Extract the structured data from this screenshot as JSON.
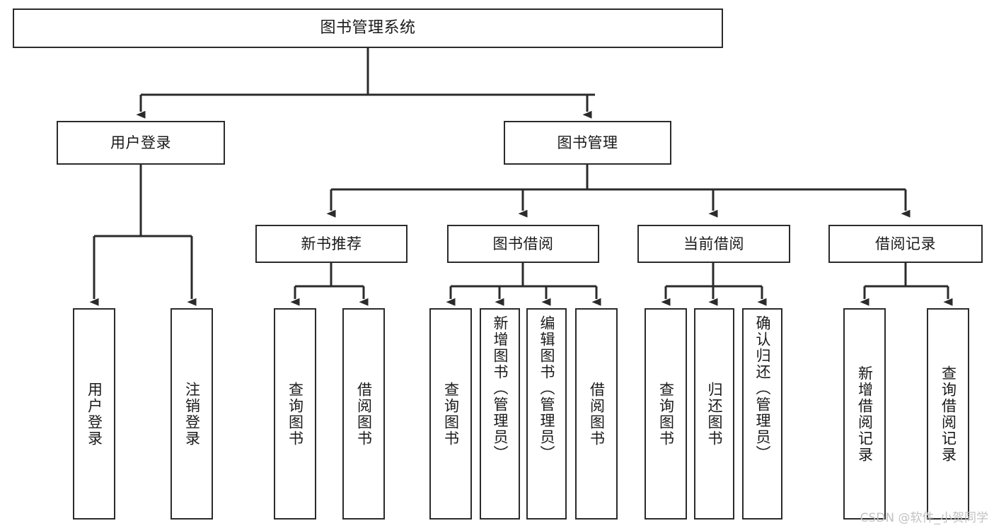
{
  "diagram": {
    "title": "图书管理系统",
    "type": "tree-hierarchy",
    "colors": {
      "box_border": "#2b2b2b",
      "box_fill": "#ffffff",
      "connector": "#2b2b2b",
      "text": "#1a1a1a",
      "watermark": "#c2c2c2"
    },
    "nodes": {
      "root": {
        "label": "图书管理系统",
        "orientation": "horizontal"
      },
      "level1": [
        {
          "id": "user-login",
          "label": "用户登录",
          "orientation": "horizontal"
        },
        {
          "id": "book-management",
          "label": "图书管理",
          "orientation": "horizontal"
        }
      ],
      "level2": [
        {
          "id": "new-book-recommend",
          "label": "新书推荐",
          "orientation": "horizontal"
        },
        {
          "id": "book-borrow",
          "label": "图书借阅",
          "orientation": "horizontal"
        },
        {
          "id": "current-borrow",
          "label": "当前借阅",
          "orientation": "horizontal"
        },
        {
          "id": "borrow-record",
          "label": "借阅记录",
          "orientation": "horizontal"
        }
      ],
      "leaves": [
        {
          "id": "leaf-user-login",
          "label": "用户登录",
          "parent": "user-login",
          "orientation": "vertical",
          "align": "center"
        },
        {
          "id": "leaf-logout-login",
          "label": "注销登录",
          "parent": "user-login",
          "orientation": "vertical",
          "align": "center"
        },
        {
          "id": "leaf-query-book-1",
          "label": "查询图书",
          "parent": "new-book-recommend",
          "orientation": "vertical",
          "align": "center"
        },
        {
          "id": "leaf-borrow-book-1",
          "label": "借阅图书",
          "parent": "new-book-recommend",
          "orientation": "vertical",
          "align": "center"
        },
        {
          "id": "leaf-query-book-2",
          "label": "查询图书",
          "parent": "book-borrow",
          "orientation": "vertical",
          "align": "center"
        },
        {
          "id": "leaf-add-book",
          "label": "新增图书（管理员）",
          "parent": "book-borrow",
          "orientation": "vertical",
          "align": "top"
        },
        {
          "id": "leaf-edit-book",
          "label": "编辑图书（管理员）",
          "parent": "book-borrow",
          "orientation": "vertical",
          "align": "top"
        },
        {
          "id": "leaf-borrow-book-2",
          "label": "借阅图书",
          "parent": "book-borrow",
          "orientation": "vertical",
          "align": "center"
        },
        {
          "id": "leaf-query-book-3",
          "label": "查询图书",
          "parent": "current-borrow",
          "orientation": "vertical",
          "align": "center"
        },
        {
          "id": "leaf-return-book",
          "label": "归还图书",
          "parent": "current-borrow",
          "orientation": "vertical",
          "align": "center"
        },
        {
          "id": "leaf-confirm-return",
          "label": "确认归还（管理员）",
          "parent": "current-borrow",
          "orientation": "vertical",
          "align": "top"
        },
        {
          "id": "leaf-add-record",
          "label": "新增借阅记录",
          "parent": "borrow-record",
          "orientation": "vertical",
          "align": "center"
        },
        {
          "id": "leaf-query-record",
          "label": "查询借阅记录",
          "parent": "borrow-record",
          "orientation": "vertical",
          "align": "center"
        }
      ]
    },
    "watermark": "CSDN @软件_小贺同学"
  }
}
